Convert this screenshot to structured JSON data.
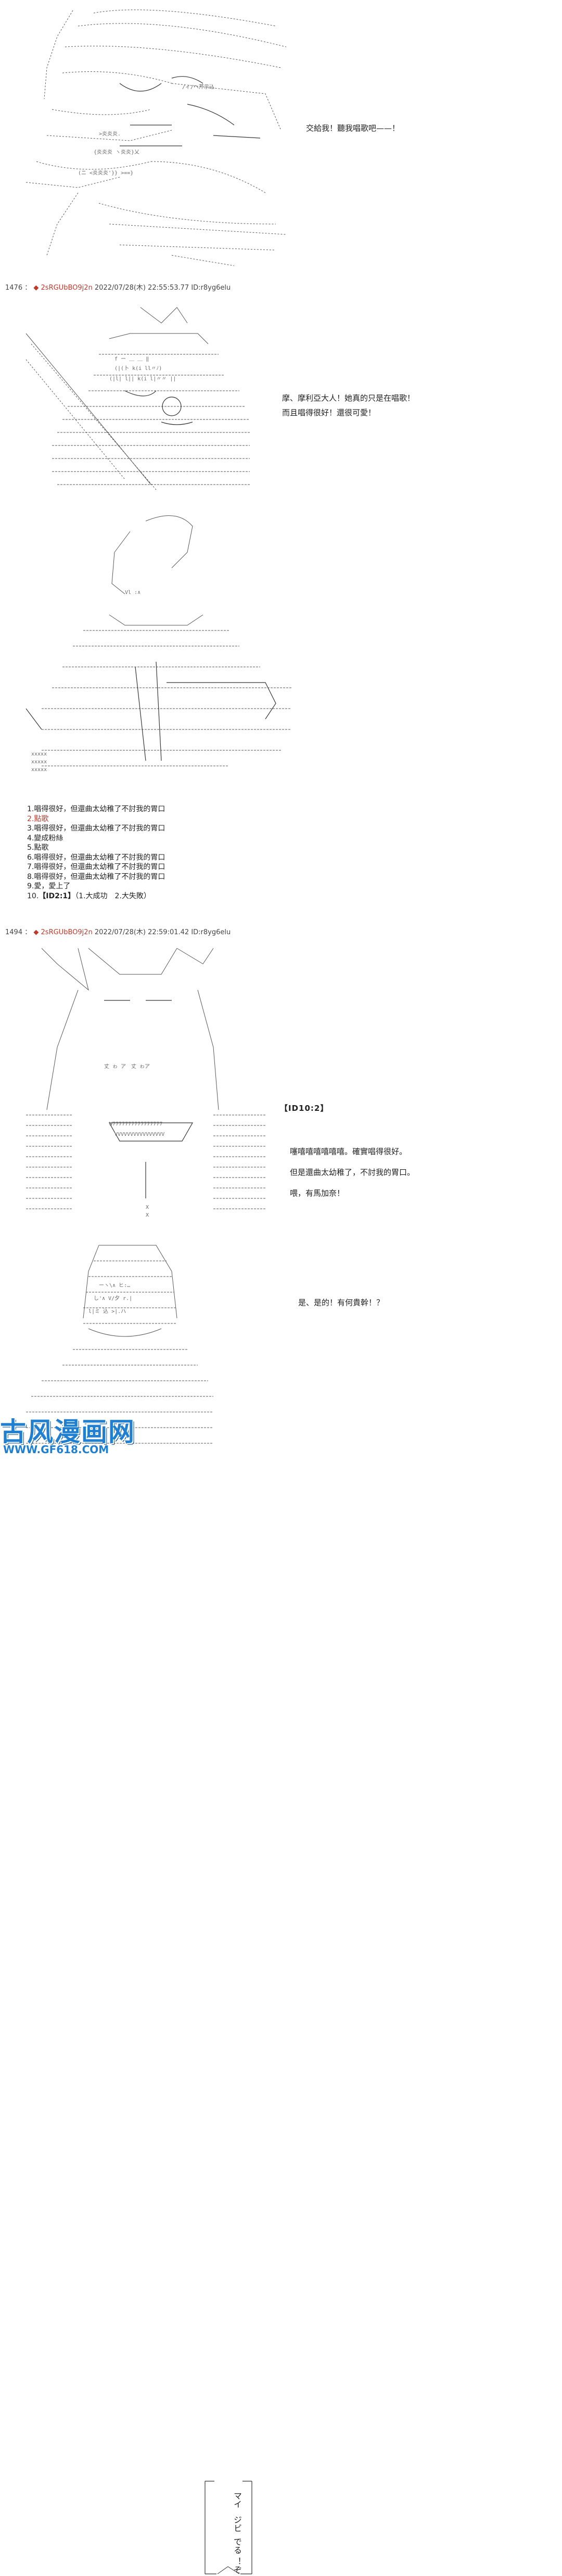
{
  "panels": [
    {
      "speech": [
        "交給我！聽我唱歌吧——！"
      ]
    },
    {
      "header": {
        "number": "1476",
        "sep": "：",
        "diamond": "◆",
        "trip": "2sRGUbBO9j2n",
        "datetime": "2022/07/28(木) 22:55:53.77",
        "id": "ID:r8yg6elu"
      },
      "speech": [
        "摩、摩利亞大人！她真的只是在唱歌！",
        "而且唱得很好！還很可愛！"
      ]
    },
    {
      "id_box": "【ID10:2】",
      "votes": [
        {
          "text": "1.唱得很好，但還曲太幼稚了不討我的胃口",
          "highlight": false
        },
        {
          "text": "2.點歌",
          "highlight": true
        },
        {
          "text": "3.唱得很好，但還曲太幼稚了不討我的胃口",
          "highlight": false
        },
        {
          "text": "4.變成粉絲",
          "highlight": false
        },
        {
          "text": "5.點歌",
          "highlight": false
        },
        {
          "text": "6.唱得很好，但還曲太幼稚了不討我的胃口",
          "highlight": false
        },
        {
          "text": "7.唱得很好，但還曲太幼稚了不討我的胃口",
          "highlight": false
        },
        {
          "text": "8.唱得很好，但還曲太幼稚了不討我的胃口",
          "highlight": false
        },
        {
          "text": "9.愛，愛上了",
          "highlight": false
        }
      ],
      "vote10": {
        "prefix": "10.",
        "tag": "【ID2:1】",
        "rest": "（1.大成功　2.大失敗）"
      }
    },
    {
      "header": {
        "number": "1494",
        "sep": "：",
        "diamond": "◆",
        "trip": "2sRGUbBO9j2n",
        "datetime": "2022/07/28(木) 22:59:01.42",
        "id": "ID:r8yg6elu"
      },
      "speech": [
        "噻嘻嘻嘻嘻嘻嘻。確實唱得很好。",
        "但是還曲太幼稚了，不討我的胃口。",
        "喂，有馬加奈！"
      ]
    },
    {
      "vbox_cols": [
        "マイ",
        "ジビ",
        "でる",
        "！ぞ"
      ],
      "speech": [
        "是、是的！有何貴幹！？"
      ]
    }
  ],
  "watermark": {
    "title": "古风漫画网",
    "url": "WWW.GF618.COM",
    "color": "#1f7fd0"
  },
  "colors": {
    "trip": "#c0392b",
    "highlight": "#c0392b",
    "ink": "#222222"
  },
  "icons": {
    "trip_marker": "diamond-icon"
  }
}
